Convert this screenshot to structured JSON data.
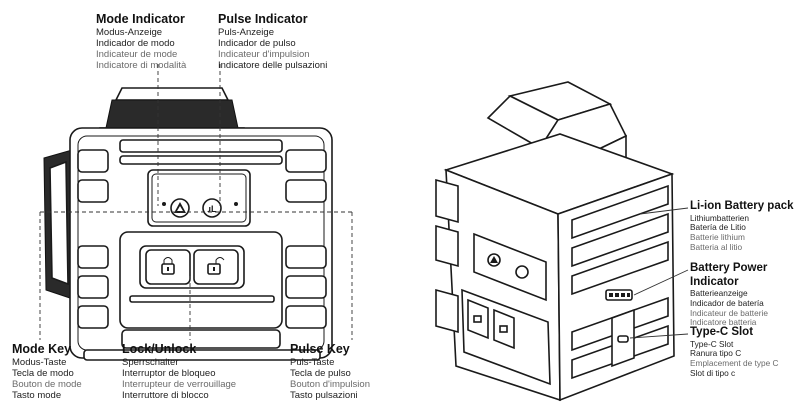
{
  "labels": {
    "mode_indicator": {
      "title": "Mode Indicator",
      "lines": [
        "Modus-Anzeige",
        "Indicador de modo",
        "Indicateur de mode",
        "Indicatore di modalità"
      ]
    },
    "pulse_indicator": {
      "title": "Pulse Indicator",
      "lines": [
        "Puls-Anzeige",
        "Indicador de pulso",
        "Indicateur d'impulsion",
        "Indicatore delle pulsazioni"
      ]
    },
    "mode_key": {
      "title": "Mode Key",
      "lines": [
        "Modus-Taste",
        "Tecla de modo",
        "Bouton de mode",
        "Tasto mode"
      ]
    },
    "lock_unlock": {
      "title": "Lock/Unlock",
      "lines": [
        "Sperrschalter",
        "Interruptor de bloqueo",
        "Interrupteur de verrouillage",
        "Interruttore di blocco"
      ]
    },
    "pulse_key": {
      "title": "Pulse Key",
      "lines": [
        "Puls-Taste",
        "Tecla de pulso",
        "Bouton d'impulsion",
        "Tasto pulsazioni"
      ]
    },
    "battery_pack": {
      "title": "Li-ion Battery pack",
      "lines": [
        "Lithiumbatterien",
        "Batería de Litio",
        "Batterie lithium",
        "Batteria al litio"
      ]
    },
    "battery_indicator": {
      "title": "Battery Power Indicator",
      "lines": [
        "Batterieanzeige",
        "Indicador de batería",
        "Indicateur de batterie",
        "Indicatore batteria"
      ]
    },
    "typec_slot": {
      "title": "Type-C Slot",
      "lines": [
        "Type-C Slot",
        "Ranura tipo C",
        "Emplacement de type C",
        "Slot di tipo c"
      ]
    }
  },
  "icons": {
    "mode": "mode-triangle-icon",
    "pulse": "pulse-icon",
    "lock": "lock-closed-icon",
    "unlock": "lock-open-icon"
  }
}
